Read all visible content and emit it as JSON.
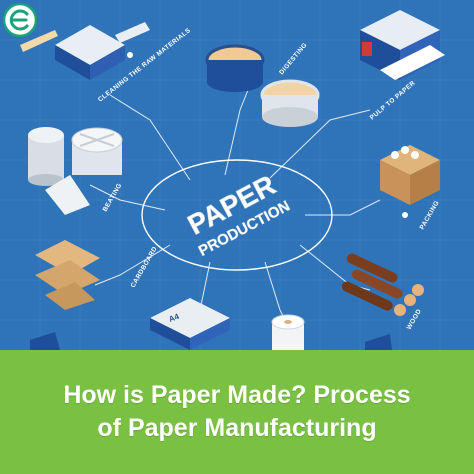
{
  "center": {
    "line1": "PAPER",
    "line2": "PRODUCTION"
  },
  "stages": {
    "cleaning": "CLEANING THE RAW MATERIALS",
    "digesting": "DIGESTING",
    "pulp": "PULP TO PAPER",
    "beating": "BEATING",
    "packing": "PACKING",
    "cardboard": "CARDBOARD",
    "wood": "WOOD"
  },
  "product_label": "A4",
  "banner": {
    "line1": "How is Paper Made? Process",
    "line2": "of Paper Manufacturing"
  },
  "colors": {
    "background": "#2f74b8",
    "banner": "#7ac143",
    "logo": "#1aa37a"
  }
}
